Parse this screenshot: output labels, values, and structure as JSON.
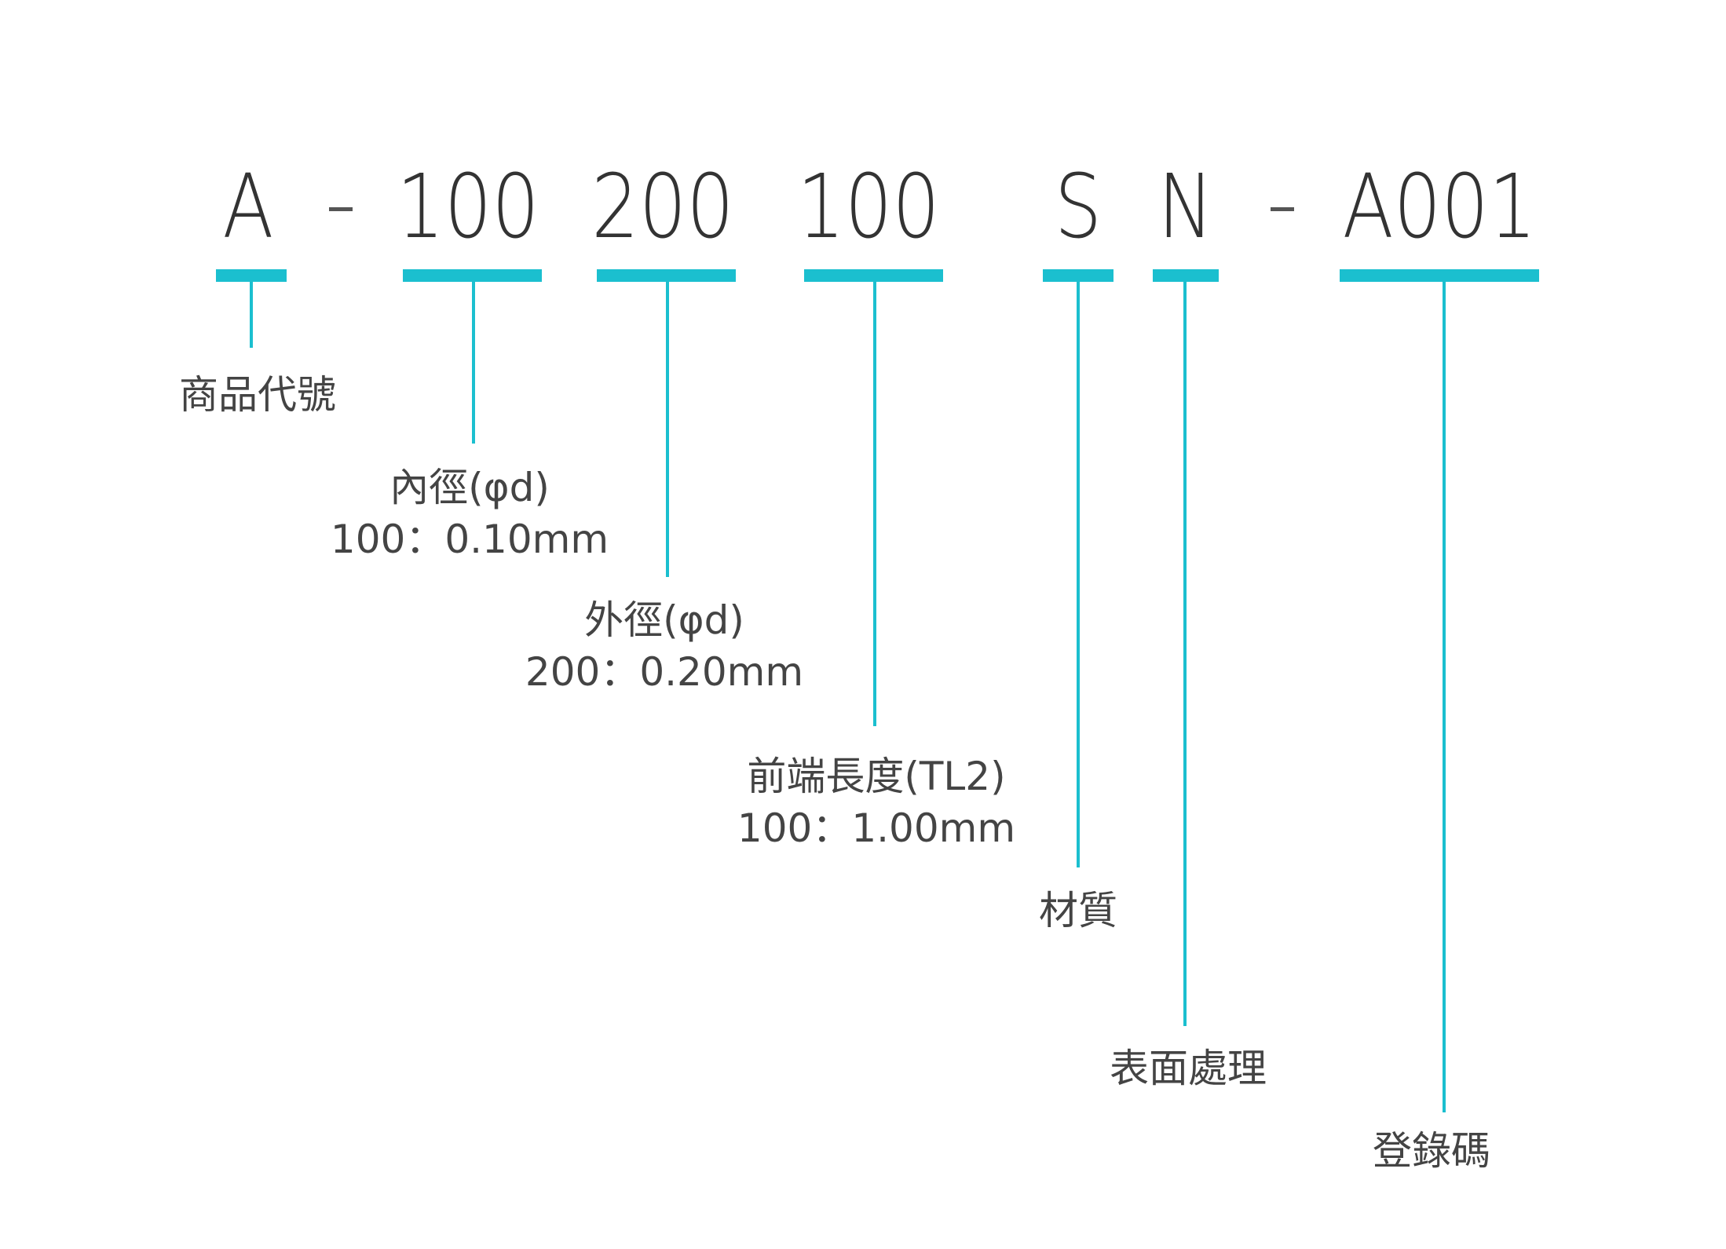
{
  "accent_color": "#1bbfcf",
  "segments": [
    {
      "id": "product-code",
      "code": "A",
      "label": "商品代號",
      "value": ""
    },
    {
      "id": "inner-diameter",
      "code": "100",
      "label": "內徑(φd)",
      "value": "100：0.10mm"
    },
    {
      "id": "outer-diameter",
      "code": "200",
      "label": "外徑(φd)",
      "value": "200：0.20mm"
    },
    {
      "id": "tip-length",
      "code": "100",
      "label": "前端長度(TL2)",
      "value": "100：1.00mm"
    },
    {
      "id": "material",
      "code": "S",
      "label": "材質",
      "value": ""
    },
    {
      "id": "surface-treatment",
      "code": "N",
      "label": "表面處理",
      "value": ""
    },
    {
      "id": "registration-code",
      "code": "A001",
      "label": "登錄碼",
      "value": ""
    }
  ]
}
